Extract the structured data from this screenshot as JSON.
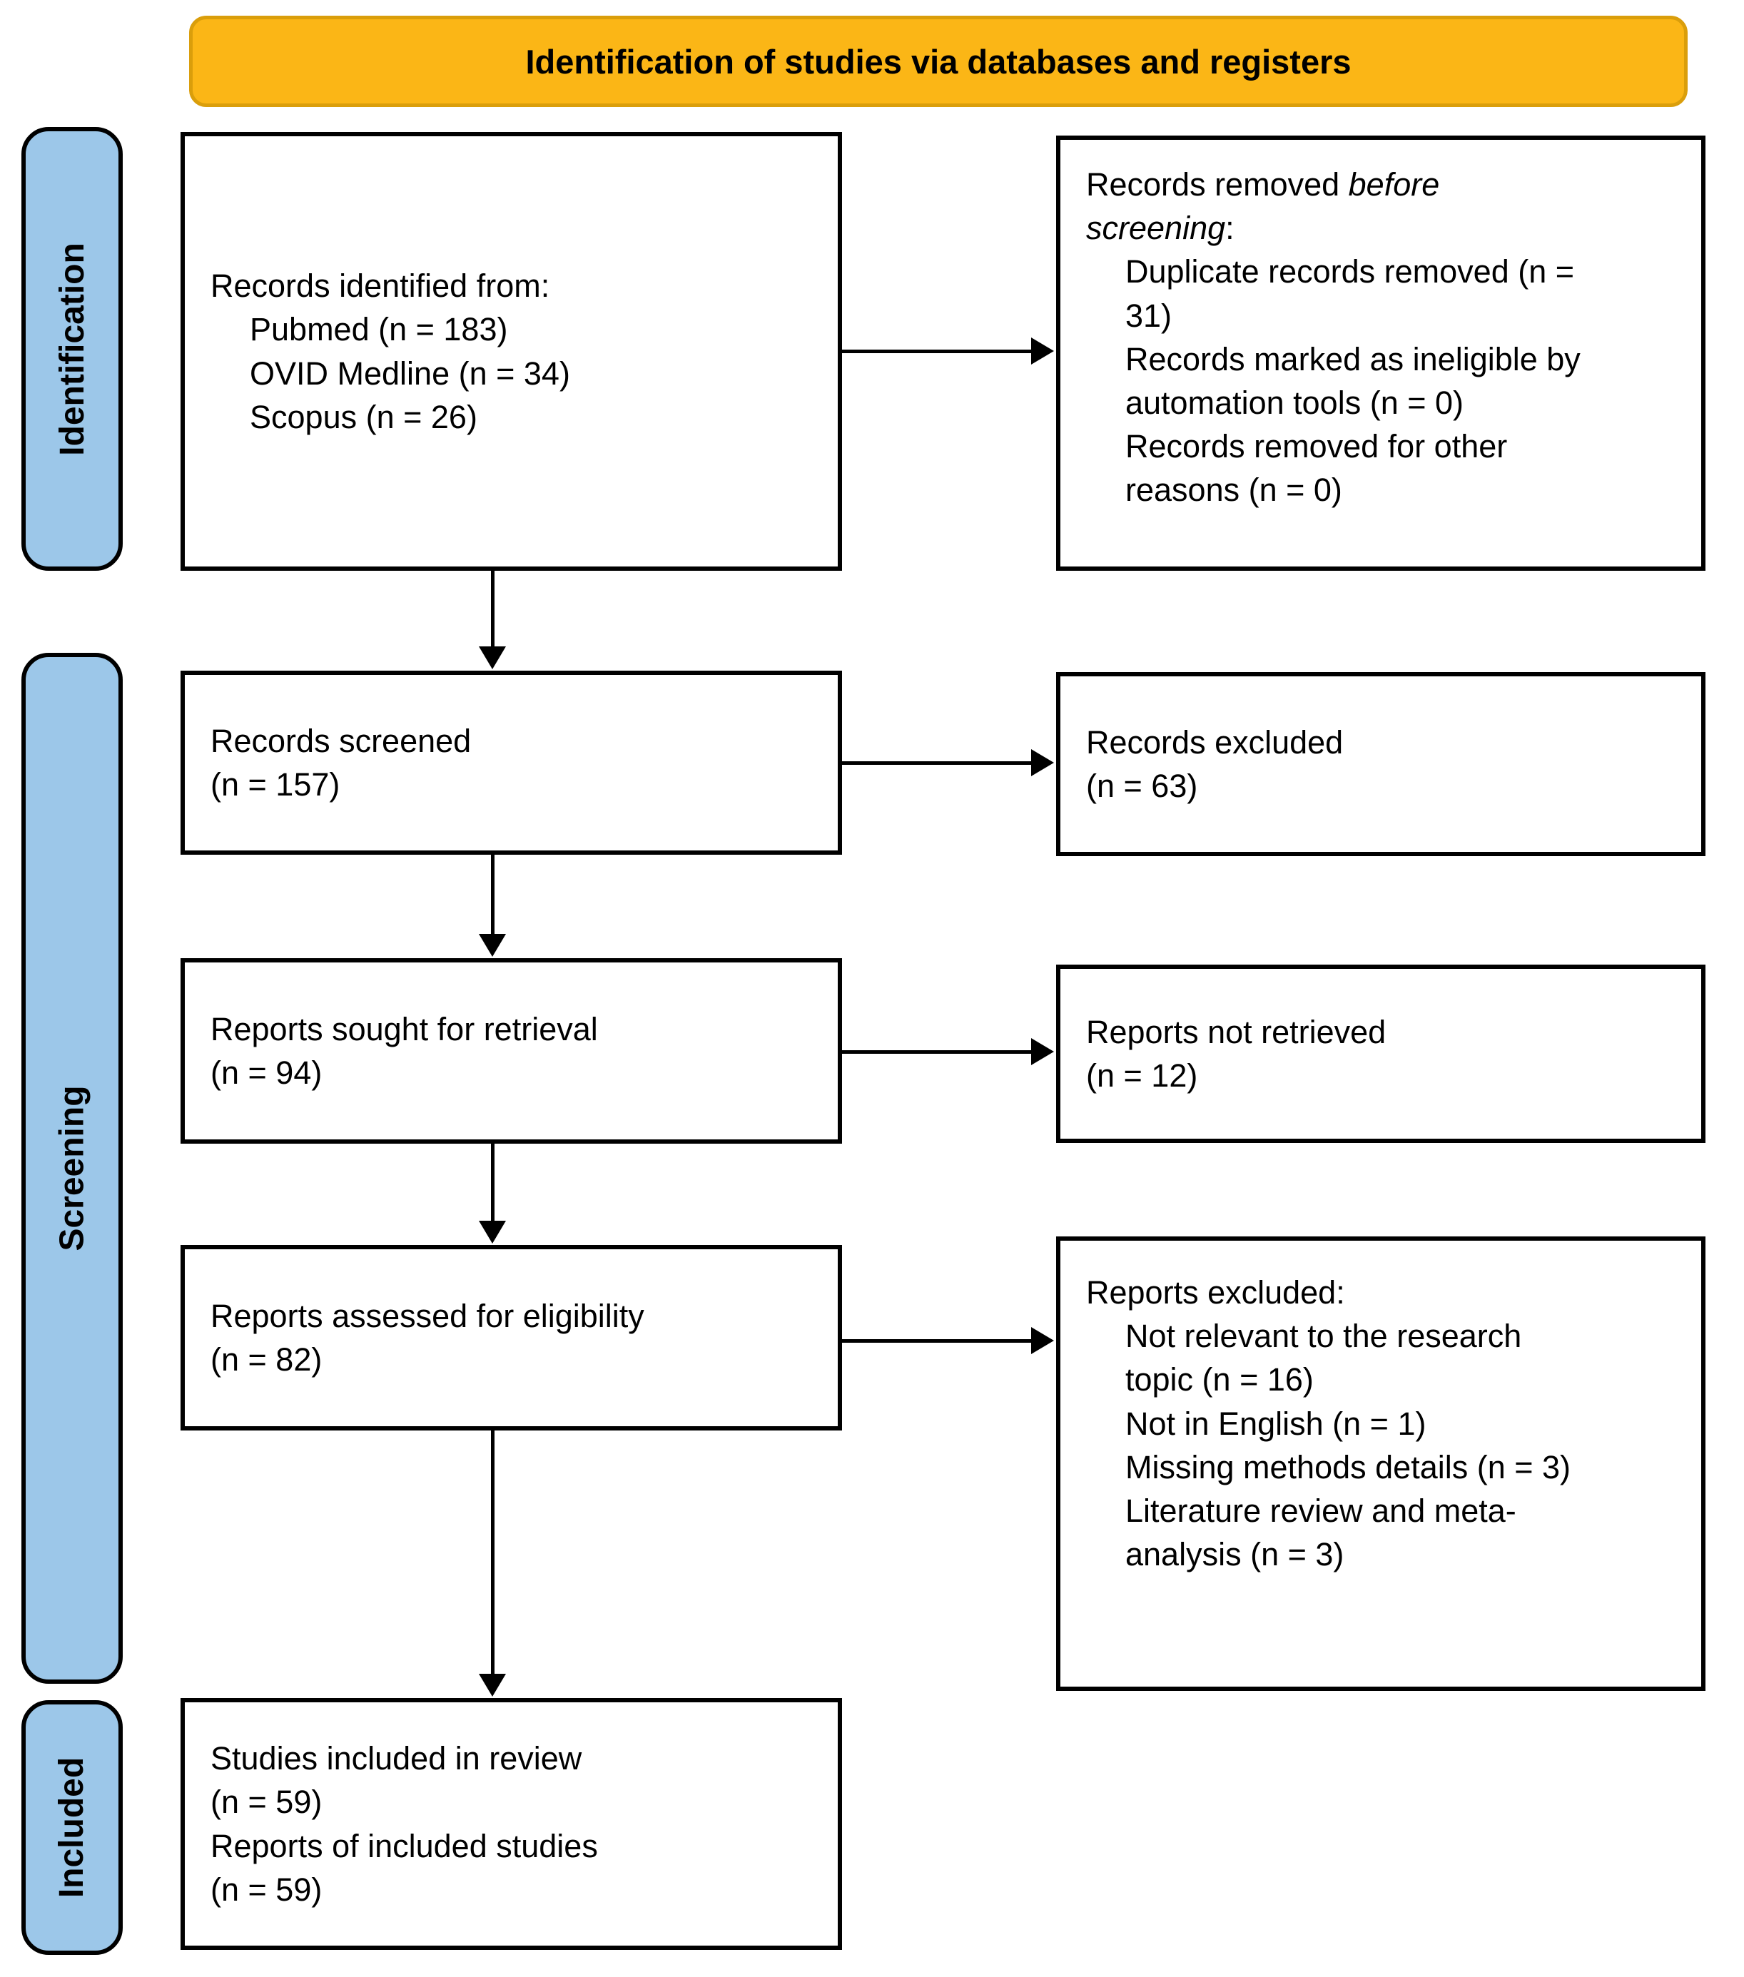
{
  "banner": {
    "label": "Identification of studies via databases and registers"
  },
  "stages": [
    {
      "label": "Identification"
    },
    {
      "label": "Screening"
    },
    {
      "label": "Included"
    }
  ],
  "colors": {
    "banner_fill": "#FBB616",
    "banner_border": "#DA9E0B",
    "stage_fill": "#9CC7E9",
    "box_border": "#000000",
    "box_fill": "#FFFFFF"
  },
  "boxes": {
    "identified": {
      "heading": "Records identified from:",
      "items": [
        "Pubmed (n = 183)",
        "OVID Medline (n = 34)",
        "Scopus (n = 26)"
      ]
    },
    "removed": {
      "heading_regular": "Records removed ",
      "heading_italic1": "before",
      "heading_italic2": "screening",
      "heading_colon": ":",
      "items": [
        "Duplicate records removed (n = 31)",
        "Records marked as ineligible by automation tools (n = 0)",
        "Records removed for other reasons (n = 0)"
      ]
    },
    "screened": {
      "line1": "Records screened",
      "line2": "(n = 157)"
    },
    "excluded": {
      "line1": "Records excluded",
      "line2": "(n = 63)"
    },
    "sought": {
      "line1": "Reports sought for retrieval",
      "line2": "(n = 94)"
    },
    "not_retrieved": {
      "line1": "Reports not retrieved",
      "line2": "(n = 12)"
    },
    "assessed": {
      "line1": "Reports assessed for eligibility",
      "line2": "(n = 82)"
    },
    "reports_excluded": {
      "heading": "Reports excluded:",
      "items": [
        "Not relevant to the research topic (n = 16)",
        "Not in English (n = 1)",
        "Missing methods details (n = 3)",
        "Literature review and meta-analysis (n = 3)"
      ]
    },
    "included": {
      "line1": "Studies included in review",
      "line2": "(n = 59)",
      "line3": "Reports of included studies",
      "line4": "(n = 59)"
    }
  }
}
